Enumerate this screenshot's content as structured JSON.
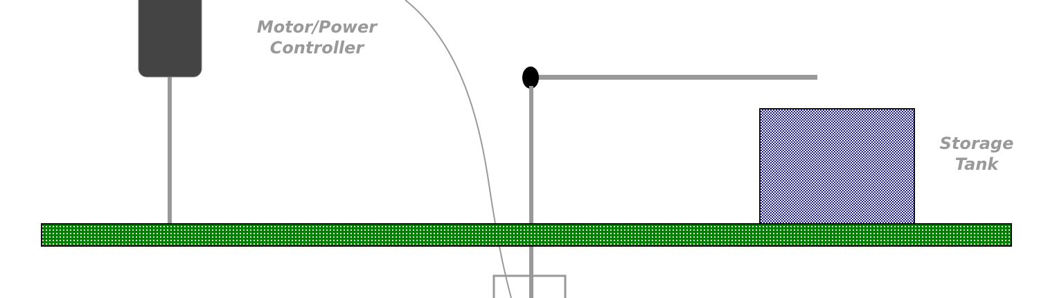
{
  "labels": {
    "motor_controller": [
      "Motor/Power",
      "Controller"
    ],
    "storage_tank": [
      "Storage",
      "Tank"
    ]
  },
  "colors": {
    "ground": "#008000",
    "tank": "#1a1a99",
    "pipe": "#999999",
    "controller": "#444444"
  },
  "icons": [
    "motor-controller-icon",
    "float-valve-icon",
    "storage-tank-icon",
    "well-casing-icon"
  ]
}
